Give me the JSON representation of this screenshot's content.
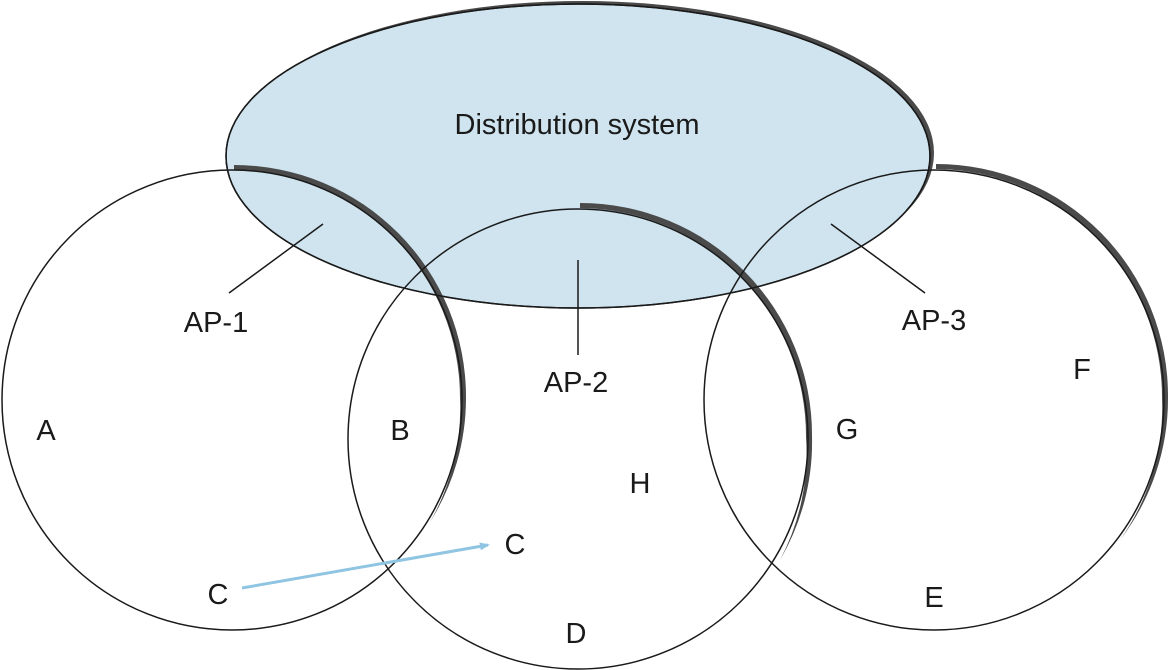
{
  "title": "Distribution system",
  "colors": {
    "ds_fill": "#cfe4ef",
    "outline": "#1a1a1a",
    "shadow": "#4a4a4a",
    "arrow": "#8fc4e2"
  },
  "access_points": [
    {
      "label": "AP-1"
    },
    {
      "label": "AP-2"
    },
    {
      "label": "AP-3"
    }
  ],
  "stations": {
    "A": "A",
    "B": "B",
    "C_from": "C",
    "C_to": "C",
    "D": "D",
    "E": "E",
    "F": "F",
    "G": "G",
    "H": "H"
  },
  "movement": {
    "from": "C",
    "to": "C",
    "description": "Station C moves from AP-1 cell to AP-2 cell"
  }
}
